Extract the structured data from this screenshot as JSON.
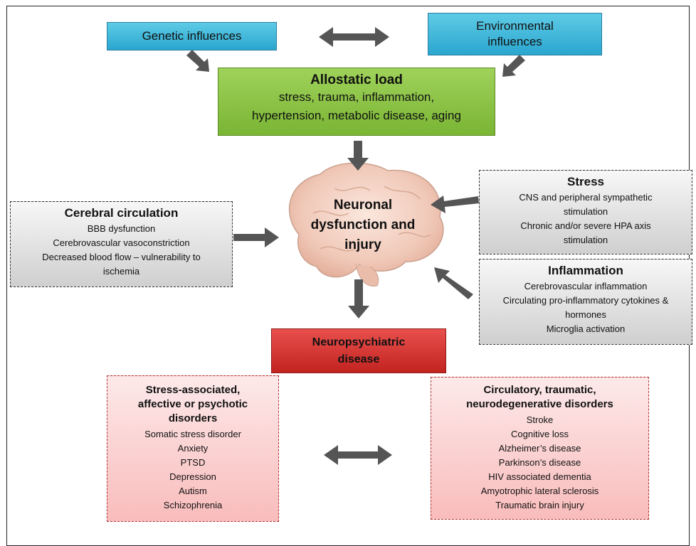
{
  "genetic": "Genetic influences",
  "environmental": [
    "Environmental",
    "influences"
  ],
  "allostatic": {
    "title": "Allostatic load",
    "lines": [
      "stress, trauma, inflammation,",
      "hypertension, metabolic disease, aging"
    ]
  },
  "center": [
    "Neuronal",
    "dysfunction and",
    "injury"
  ],
  "cerebral": {
    "title": "Cerebral circulation",
    "lines": [
      "BBB dysfunction",
      "Cerebrovascular vasoconstriction",
      "Decreased blood flow – vulnerability to",
      "ischemia"
    ]
  },
  "stress": {
    "title": "Stress",
    "lines": [
      "CNS and peripheral sympathetic",
      "stimulation",
      "Chronic and/or severe HPA axis",
      "stimulation"
    ]
  },
  "inflammation": {
    "title": "Inflammation",
    "lines": [
      "Cerebrovascular inflammation",
      "Circulating pro-inflammatory cytokines &",
      "hormones",
      "Microglia activation"
    ]
  },
  "neuro": [
    "Neuropsychiatric",
    "disease"
  ],
  "stress_disorders": {
    "title": [
      "Stress-associated,",
      "affective or psychotic",
      "disorders"
    ],
    "items": [
      "Somatic stress disorder",
      "Anxiety",
      "PTSD",
      "Depression",
      "Autism",
      "Schizophrenia"
    ]
  },
  "circ_disorders": {
    "title": [
      "Circulatory, traumatic,",
      "neurodegenerative disorders"
    ],
    "items": [
      "Stroke",
      "Cognitive loss",
      "Alzheimer’s disease",
      "Parkinson’s disease",
      "HIV associated dementia",
      "Amyotrophic lateral sclerosis",
      "Traumatic brain injury"
    ]
  },
  "colors": {
    "blue": "#2aa6cf",
    "green": "#7ab534",
    "gray": "#cfcfcf",
    "red": "#c22420",
    "pink": "#f9bcbc",
    "arrow": "#555555"
  }
}
